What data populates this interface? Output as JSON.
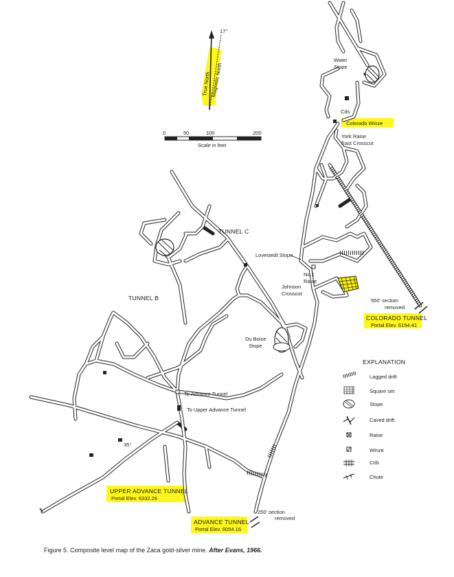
{
  "north_arrow": {
    "true_north": "True North",
    "magnetic_north": "Magnetic North",
    "declination": "17°"
  },
  "scale": {
    "ticks": [
      "0",
      "50",
      "100",
      "200"
    ],
    "label": "Scale in feet"
  },
  "labels": {
    "water_stope": [
      "Water",
      "Stope"
    ],
    "cdsrs": "Cds",
    "colorado_winze": "Colorado Winze",
    "york_raise": [
      "York Raise",
      "East Crosscut"
    ],
    "tunnel_c": "TUNNEL C",
    "lovestedt_stope": "Lovestedt Stope",
    "no1_raise": [
      "No.1",
      "Raise"
    ],
    "johnson_crosscut": [
      "Johnson",
      "Crosscut"
    ],
    "section_removed_550": [
      "550' section",
      "removed"
    ],
    "colorado_tunnel": "COLORADO TUNNEL",
    "colorado_portal": "Portal Elev. 6154.41",
    "tunnel_b": "TUNNEL B",
    "duboise_stope": [
      "Du Boise",
      "Stope"
    ],
    "to_advance": "To Advance Tunnel",
    "to_upper_advance": "To Upper Advance Tunnel",
    "angle_35": "35°",
    "upper_advance_tunnel": "UPPER ADVANCE TUNNEL",
    "upper_advance_portal": "Portal Elev. 6332.26",
    "section_removed_250": [
      "250' section",
      "removed"
    ],
    "advance_tunnel": "ADVANCE TUNNEL",
    "advance_portal": "Portal Elev. 6054.16"
  },
  "legend": {
    "title": "EXPLANATION",
    "items": [
      "Lagged drift",
      "Square set",
      "Stope",
      "Caved drift",
      "Raise",
      "Winze",
      "Crib",
      "Chute"
    ]
  },
  "caption": {
    "text": "Figure 5.  Composite level map of the Zaca gold-silver mine.",
    "source": "After Evans, 1966."
  },
  "colors": {
    "highlight": "#fff600",
    "ink": "#1a1a1a"
  }
}
